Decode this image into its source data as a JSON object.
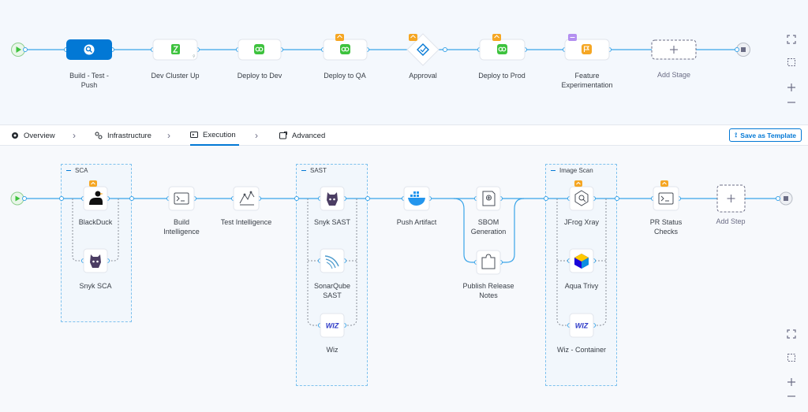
{
  "stages": [
    {
      "id": "build",
      "label": "Build - Test -\nPush",
      "icon": "build-icon",
      "selected": true
    },
    {
      "id": "devcluster",
      "label": "Dev Cluster Up",
      "icon": "cluster-icon"
    },
    {
      "id": "deploydev",
      "label": "Deploy to Dev",
      "icon": "deploy-icon"
    },
    {
      "id": "deployqa",
      "label": "Deploy to QA",
      "icon": "deploy-icon",
      "badge": "barrier"
    },
    {
      "id": "approval",
      "label": "Approval",
      "icon": "approval-icon",
      "badge": "barrier"
    },
    {
      "id": "deployprod",
      "label": "Deploy to Prod",
      "icon": "deploy-icon",
      "badge": "barrier"
    },
    {
      "id": "feature",
      "label": "Feature\nExperimentation",
      "icon": "feature-flag-icon",
      "badge": "feature"
    },
    {
      "id": "addstage",
      "label": "Add Stage",
      "icon": "plus-icon"
    }
  ],
  "tabs": [
    {
      "label": "Overview",
      "icon": "overview-icon"
    },
    {
      "label": "Infrastructure",
      "icon": "infrastructure-icon"
    },
    {
      "label": "Execution",
      "icon": "execution-icon",
      "active": true
    },
    {
      "label": "Advanced",
      "icon": "advanced-icon"
    }
  ],
  "save_template_label": "Save as Template",
  "groups": {
    "sca": "SCA",
    "sast": "SAST",
    "image_scan": "Image Scan"
  },
  "steps": {
    "blackduck": "BlackDuck",
    "snyk_sca": "Snyk SCA",
    "build_intel": "Build\nIntelligence",
    "test_intel": "Test Intelligence",
    "snyk_sast": "Snyk SAST",
    "sonarqube": "SonarQube\nSAST",
    "wiz": "Wiz",
    "push_artifact": "Push Artifact",
    "sbom": "SBOM\nGeneration",
    "release_notes": "Publish Release\nNotes",
    "jfrog": "JFrog Xray",
    "trivy": "Aqua Trivy",
    "wiz_container": "Wiz - Container",
    "pr_status": "PR Status\nChecks",
    "add_step": "Add Step"
  },
  "icons": {
    "wiz_text": "WIZ",
    "plus": "+"
  },
  "colors": {
    "accent": "#0278d5",
    "line": "#3aa4e8",
    "green": "#3dc23d",
    "orange": "#f5a623",
    "purple": "#b38ff0"
  }
}
